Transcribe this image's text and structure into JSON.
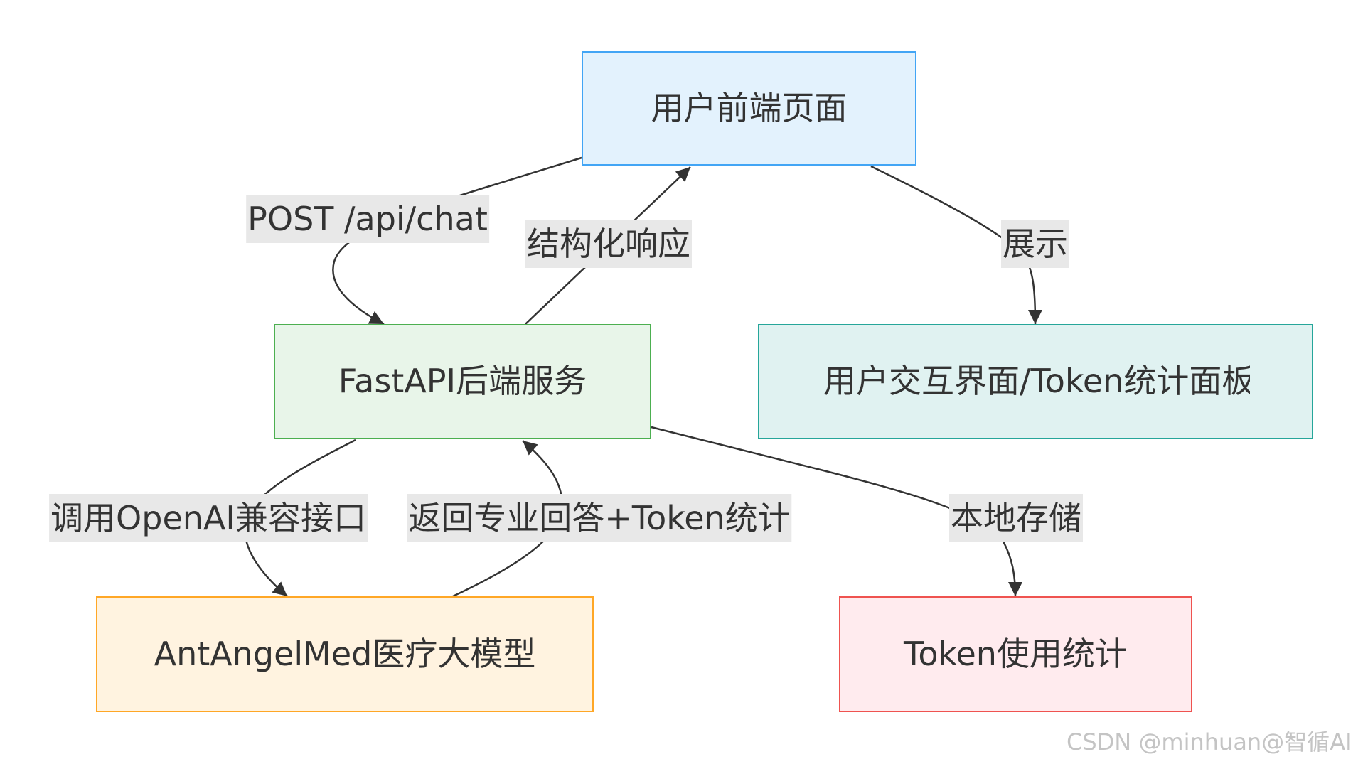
{
  "diagram": {
    "nodes": [
      {
        "label": "用户前端页面",
        "fill": "#e3f2fd",
        "stroke": "#42a5f5"
      },
      {
        "label": "FastAPI后端服务",
        "fill": "#e8f5e9",
        "stroke": "#4caf50"
      },
      {
        "label": "用户交互界面/Token统计面板",
        "fill": "#e0f2f1",
        "stroke": "#26a69a"
      },
      {
        "label": "AntAngelMed医疗大模型",
        "fill": "#fff3e0",
        "stroke": "#ffa726"
      },
      {
        "label": "Token使用统计",
        "fill": "#ffebee",
        "stroke": "#ef5350"
      }
    ],
    "edges": [
      {
        "from": 0,
        "to": 1,
        "label": "POST /api/chat"
      },
      {
        "from": 1,
        "to": 0,
        "label": "结构化响应"
      },
      {
        "from": 0,
        "to": 2,
        "label": "展示"
      },
      {
        "from": 1,
        "to": 3,
        "label": "调用OpenAI兼容接口"
      },
      {
        "from": 3,
        "to": 1,
        "label": "返回专业回答+Token统计"
      },
      {
        "from": 1,
        "to": 4,
        "label": "本地存储"
      }
    ],
    "edge_color": "#333333",
    "edge_label_bg": "#e8e8e8"
  },
  "watermark": "CSDN @minhuan@智循AI"
}
